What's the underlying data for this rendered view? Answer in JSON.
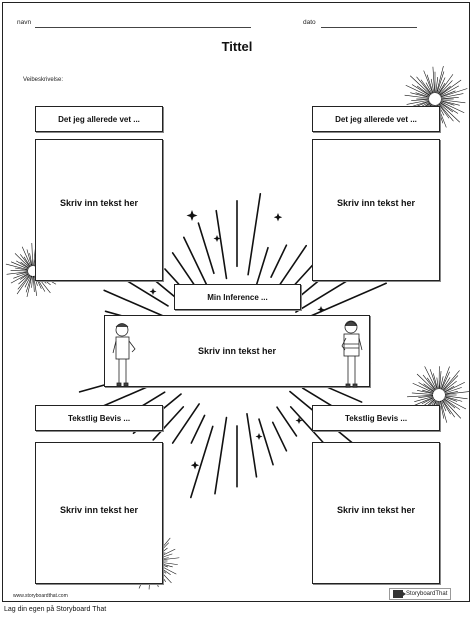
{
  "header": {
    "name_label": "navn",
    "date_label": "dato"
  },
  "title": "Tittel",
  "description_label": "Veibeskrivelse:",
  "boxes": {
    "top_left_label": "Det jeg allerede vet ...",
    "top_right_label": "Det jeg allerede vet ...",
    "top_left_text": "Skriv inn tekst her",
    "top_right_text": "Skriv inn tekst her",
    "center_label": "Min Inference ...",
    "center_text": "Skriv inn tekst her",
    "bottom_left_label": "Tekstlig Bevis ...",
    "bottom_right_label": "Tekstlig Bevis ...",
    "bottom_left_text": "Skriv inn tekst her",
    "bottom_right_text": "Skriv inn tekst her"
  },
  "footer": {
    "site": "www.storyboardthat.com",
    "logo_text": "StoryboardThat",
    "caption": "Lag din egen på Storyboard That"
  }
}
